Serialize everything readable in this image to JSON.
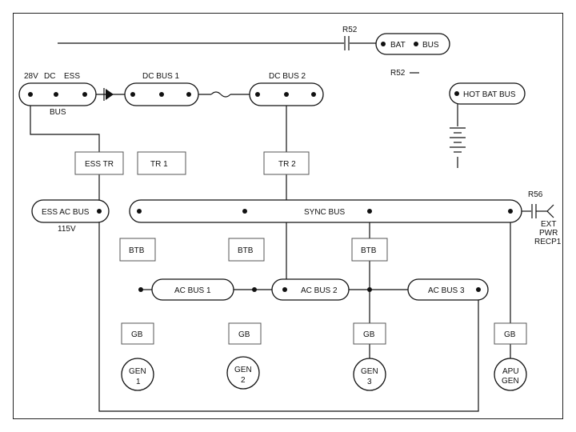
{
  "buses": {
    "bat_bus_left": "BAT",
    "bat_bus_right": "BUS",
    "hot_bat_bus": "HOT BAT BUS",
    "ess_28v": "28V",
    "ess_dc": "DC",
    "ess_ess": "ESS",
    "ess_bus_label": "BUS",
    "dc_bus_1": "DC BUS 1",
    "dc_bus_2": "DC BUS 2",
    "ess_ac_bus": "ESS AC BUS",
    "ess_ac_voltage": "115V",
    "sync_bus": "SYNC BUS",
    "ac_bus_1": "AC BUS 1",
    "ac_bus_2": "AC BUS 2",
    "ac_bus_3": "AC BUS 3"
  },
  "components": {
    "r52_top": "R52",
    "r52_bottom": "R52",
    "r56": "R56",
    "ext_pwr_1": "EXT",
    "ext_pwr_2": "PWR",
    "ext_pwr_3": "RECP1",
    "ess_tr": "ESS TR",
    "tr1": "TR 1",
    "tr2": "TR 2",
    "btb_1": "BTB",
    "btb_2": "BTB",
    "btb_3": "BTB",
    "gb_1": "GB",
    "gb_2": "GB",
    "gb_3": "GB",
    "gb_apu": "GB"
  },
  "generators": {
    "gen1_line1": "GEN",
    "gen1_line2": "1",
    "gen2_line1": "GEN",
    "gen2_line2": "2",
    "gen3_line1": "GEN",
    "gen3_line2": "3",
    "apu_line1": "APU",
    "apu_line2": "GEN"
  }
}
